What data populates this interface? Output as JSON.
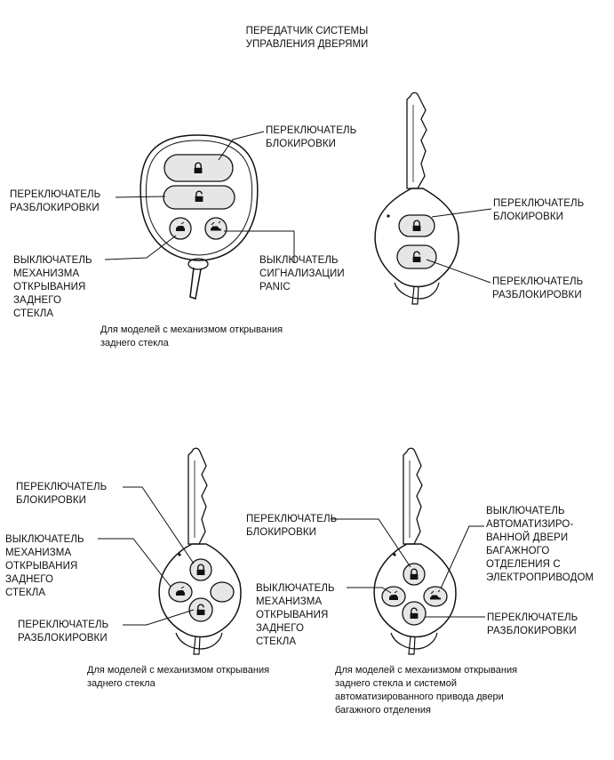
{
  "title": "ПЕРЕДАТЧИК СИСТЕМЫ\nУПРАВЛЕНИЯ ДВЕРЯМИ",
  "remotes": [
    {
      "labels": {
        "lock": "ПЕРЕКЛЮЧАТЕЛЬ\nБЛОКИРОВКИ",
        "unlock": "ПЕРЕКЛЮЧАТЕЛЬ\nРАЗБЛОКИРОВКИ",
        "rear_glass": "ВЫКЛЮЧАТЕЛЬ\nМЕХАНИЗМА\nОТКРЫВАНИЯ\nЗАДНЕГО\nСТЕКЛА",
        "panic": "ВЫКЛЮЧАТЕЛЬ\nСИГНАЛИЗАЦИИ\nPANIC"
      },
      "caption": "Для моделей с механизмом открывания\nзаднего стекла"
    },
    {
      "labels": {
        "lock": "ПЕРЕКЛЮЧАТЕЛЬ\nБЛОКИРОВКИ",
        "unlock": "ПЕРЕКЛЮЧАТЕЛЬ\nРАЗБЛОКИРОВКИ"
      }
    },
    {
      "labels": {
        "lock": "ПЕРЕКЛЮЧАТЕЛЬ\nБЛОКИРОВКИ",
        "rear_glass": "ВЫКЛЮЧАТЕЛЬ\nМЕХАНИЗМА\nОТКРЫВАНИЯ\nЗАДНЕГО\nСТЕКЛА",
        "unlock": "ПЕРЕКЛЮЧАТЕЛЬ\nРАЗБЛОКИРОВКИ"
      },
      "caption": "Для моделей с механизмом открывания\nзаднего стекла"
    },
    {
      "labels": {
        "lock": "ПЕРЕКЛЮЧАТЕЛЬ\nБЛОКИРОВКИ",
        "rear_glass": "ВЫКЛЮЧАТЕЛЬ\nМЕХАНИЗМА\nОТКРЫВАНИЯ\nЗАДНЕГО\nСТЕКЛА",
        "power_door": "ВЫКЛЮЧАТЕЛЬ\nАВТОМАТИЗИРО-\nВАННОЙ ДВЕРИ\nБАГАЖНОГО\nОТДЕЛЕНИЯ С\nЭЛЕКТРОПРИВОДОМ",
        "unlock": "ПЕРЕКЛЮЧАТЕЛЬ\nРАЗБЛОКИРОВКИ"
      },
      "caption": "Для моделей с механизмом открывания\nзаднего стекла и системой\nавтоматизированного привода двери\nбагажного отделения"
    }
  ]
}
